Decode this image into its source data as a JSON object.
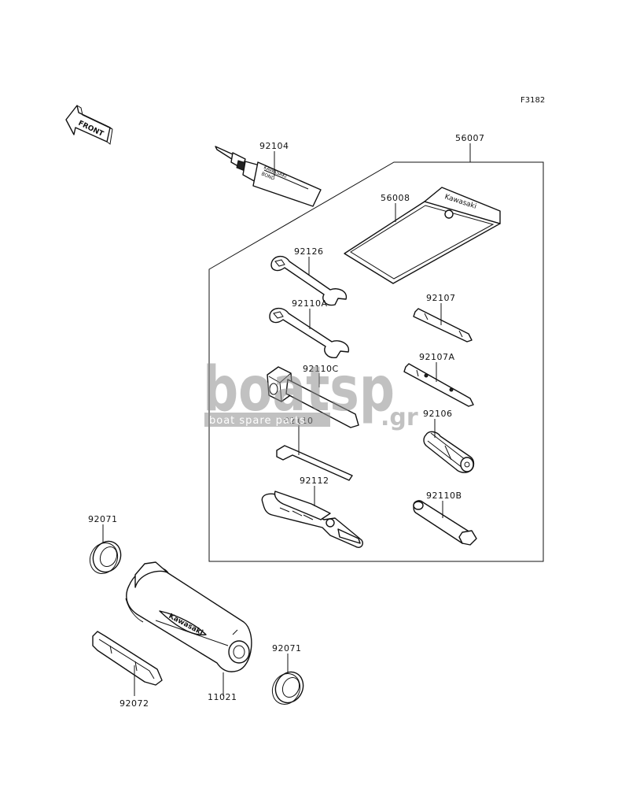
{
  "figure_code": "F3182",
  "front_arrow_text": "FRONT",
  "watermark": {
    "main": "boatsp",
    "suffix": ".gr",
    "tagline": "boat spare parts",
    "color": "#8e8e8e"
  },
  "tube_text": [
    "KAWASAKI",
    "BOND"
  ],
  "pouch_text": "Kawasaki",
  "canister_text": "Kawasaki",
  "labels": {
    "p92104": "92104",
    "p56007": "56007",
    "p56008": "56008",
    "p92126": "92126",
    "p92110A": "92110A",
    "p92107": "92107",
    "p92110C": "92110C",
    "p92107A": "92107A",
    "p92106": "92106",
    "p92110": "92110",
    "p92112": "92112",
    "p92110B": "92110B",
    "p92071_top": "92071",
    "p92071_bottom": "92071",
    "p92072": "92072",
    "p11021": "11021"
  }
}
